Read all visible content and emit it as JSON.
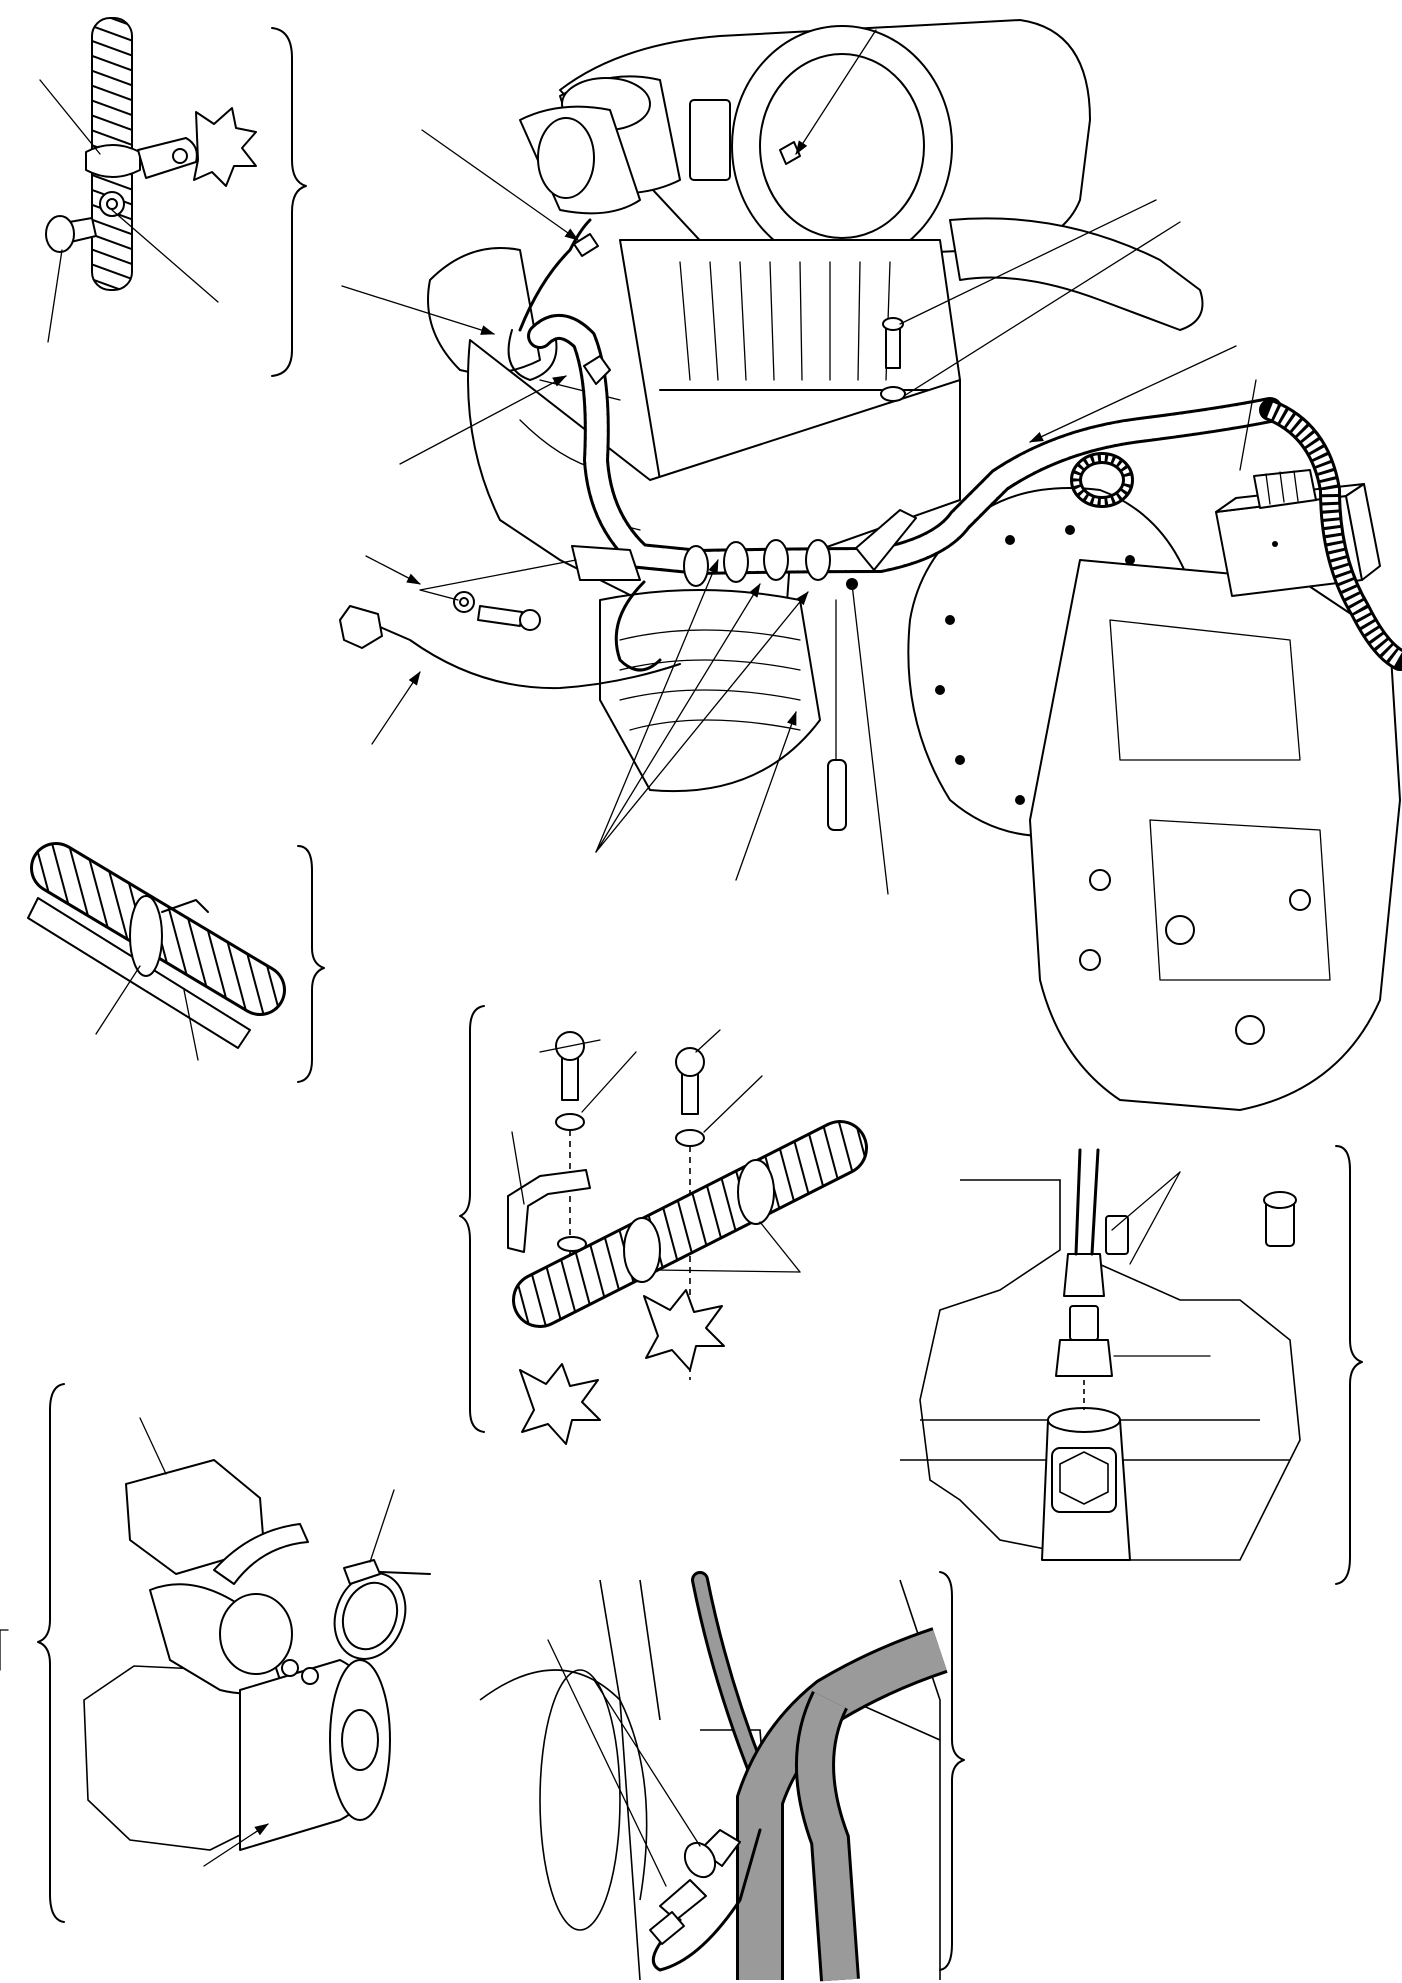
{
  "figure": {
    "caption": "",
    "callout_labels": [],
    "icons": [
      "bracket-clamp",
      "tie-wrap",
      "bolt-washer",
      "harness-bracket",
      "temperature-sensor",
      "starter-motor-cover",
      "hose-clamp",
      "connector",
      "controller-box"
    ]
  }
}
